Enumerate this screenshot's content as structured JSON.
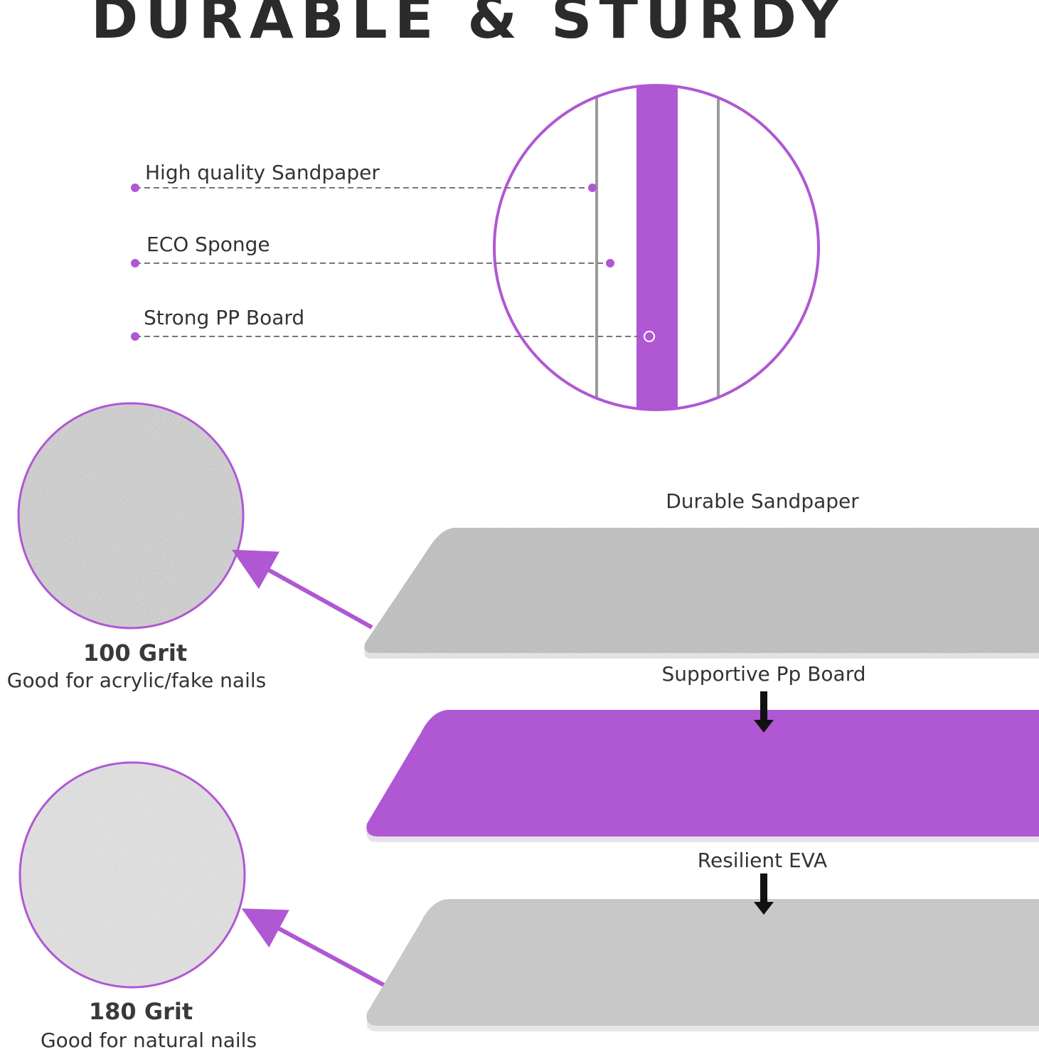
{
  "title": "DURABLE & STURDY",
  "callouts": [
    {
      "label": "High quality Sandpaper"
    },
    {
      "label": "ECO Sponge"
    },
    {
      "label": "Strong PP Board"
    }
  ],
  "layers": [
    {
      "label": "Durable Sandpaper"
    },
    {
      "label": "Supportive Pp Board"
    },
    {
      "label": "Resilient EVA"
    }
  ],
  "grits": [
    {
      "title": "100 Grit",
      "desc": "Good for acrylic/fake nails"
    },
    {
      "title": "180 Grit",
      "desc": "Good for natural nails"
    }
  ],
  "colors": {
    "accent": "#b057d3",
    "text": "#333333",
    "sandpaper": "#c9c9c9",
    "eva": "#c8c8c8"
  }
}
